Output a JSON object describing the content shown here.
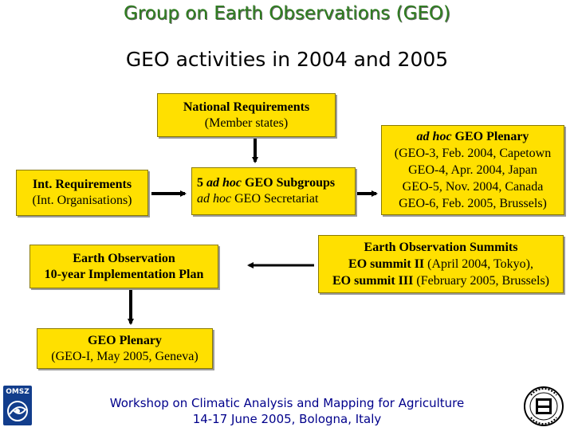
{
  "header": {
    "title": "Group on Earth Observations (GEO)",
    "subtitle": "GEO activities in 2004 and 2005"
  },
  "boxes": {
    "national": {
      "line1": "National Requirements",
      "line2": "(Member states)"
    },
    "intreq": {
      "line1": "Int. Requirements",
      "line2": "(Int. Organisations)"
    },
    "subgroups": {
      "line1_pre": "5 ",
      "line1_em": "ad hoc",
      "line1_post": " GEO Subgroups",
      "line2_em": "ad hoc",
      "line2_post": " GEO Secretariat"
    },
    "plenary_adhoc": {
      "line1_em": "ad hoc",
      "line1_post": " GEO Plenary",
      "line2": "(GEO-3, Feb. 2004, Capetown",
      "line3": "GEO-4, Apr. 2004, Japan",
      "line4": "GEO-5, Nov. 2004, Canada",
      "line5": "GEO-6, Feb. 2005, Brussels)"
    },
    "summits": {
      "line1": "Earth Observation Summits",
      "line2_bold": "EO summit II",
      "line2_rest": " (April 2004, Tokyo),",
      "line3_bold": "EO summit III",
      "line3_rest": " (February 2005, Brussels)"
    },
    "plan": {
      "line1": "Earth Observation",
      "line2": "10-year Implementation Plan"
    },
    "geo_plenary": {
      "line1": "GEO Plenary",
      "line2": "(GEO-I, May 2005, Geneva)"
    }
  },
  "footer": {
    "line1": "Workshop on Climatic Analysis and Mapping for Agriculture",
    "line2": "14-17 June 2005, Bologna, Italy"
  },
  "logos": {
    "left": {
      "icon": "omsz-logo-icon",
      "text": "OMSZ"
    },
    "right": {
      "icon": "iso-9001-seal-icon"
    }
  },
  "colors": {
    "box_fill": "#ffe000",
    "title_green": "#2e7d1f",
    "footer_blue": "#00008b"
  }
}
